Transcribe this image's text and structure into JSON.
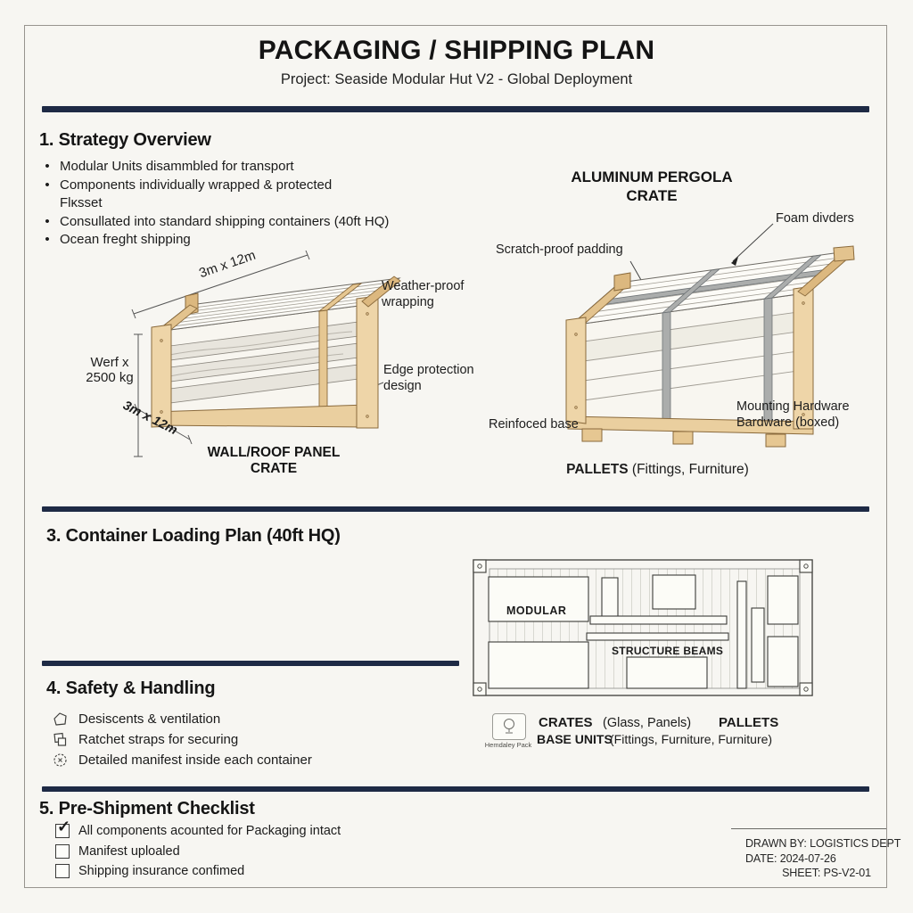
{
  "page": {
    "title": "PACKAGING / SHIPPING PLAN",
    "subtitle": "Project: Seaside Modular Hut V2 - Global Deployment"
  },
  "strategy": {
    "heading": "1. Strategy Overview",
    "bullets": [
      {
        "text": "Modular Units disammbled for transport",
        "sub": ""
      },
      {
        "text": "Components individually wrapped & protected",
        "sub": "Flκsset"
      },
      {
        "text": "Consullated into standard shipping containers (40ft HQ)",
        "sub": ""
      },
      {
        "text": "Ocean freght shipping",
        "sub": ""
      }
    ]
  },
  "crate_left": {
    "dim_top": "3m x 12m",
    "dim_left_line1": "Werf x",
    "dim_left_line2": "2500 kg",
    "dim_bottom": "3m x 12m",
    "label_wrap": "Weather-proof wrapping",
    "label_edge": "Edge protection design",
    "caption": "WALL/ROOF PANEL CRATE"
  },
  "crate_right": {
    "title": "ALUMINUM PERGOLA CRATE",
    "label_foam": "Foam divders",
    "label_scratch": "Scratch-proof padding",
    "label_base": "Reinfoced base",
    "label_mount_line1": "Mounting Hardware",
    "label_mount_line2": "Bardware (boxed)",
    "caption_bold": "PALLETS",
    "caption_rest": " (Fittings, Furniture)"
  },
  "container_section": {
    "heading": "3. Container Loading Plan (40ft HQ)",
    "label_modular": "MODULAR",
    "label_beams": "STRUCTURE BEAMS",
    "legend": {
      "icon_caption": "Hemdaley Pack",
      "crates_bold": "CRATES",
      "crates_note": "(Glass, Panels)",
      "pallets_bold": "PALLETS",
      "base_bold": "BASE UNITS",
      "base_note": "(Fittings, Furniture, Furniture)"
    }
  },
  "safety": {
    "heading": "4. Safety & Handling",
    "items": [
      {
        "text": "Desiscents & ventilation"
      },
      {
        "text": "Ratchet straps for securing"
      },
      {
        "text": "Detailed manifest inside each container"
      }
    ]
  },
  "checklist": {
    "heading": "5. Pre-Shipment Checklist",
    "items": [
      {
        "text": "All components acounted for Packaging intact",
        "checked": true,
        "mark": "✓"
      },
      {
        "text": "Manifest uploaled",
        "checked": false,
        "mark": ""
      },
      {
        "text": "Shipping insurance confimed",
        "checked": false,
        "mark": ""
      }
    ]
  },
  "titleblock": {
    "drawn_by": "DRAWN BY: LOGISTICS DEPT",
    "date": "DATE: 2024-07-26",
    "sheet": "SHEET: PS-V2-01"
  },
  "colors": {
    "divider_navy": "#1e2a45",
    "wood": "#eed5a8",
    "wood_dark": "#dcb87f",
    "strap_gray": "#abadac",
    "ink": "#1b1b1b"
  }
}
